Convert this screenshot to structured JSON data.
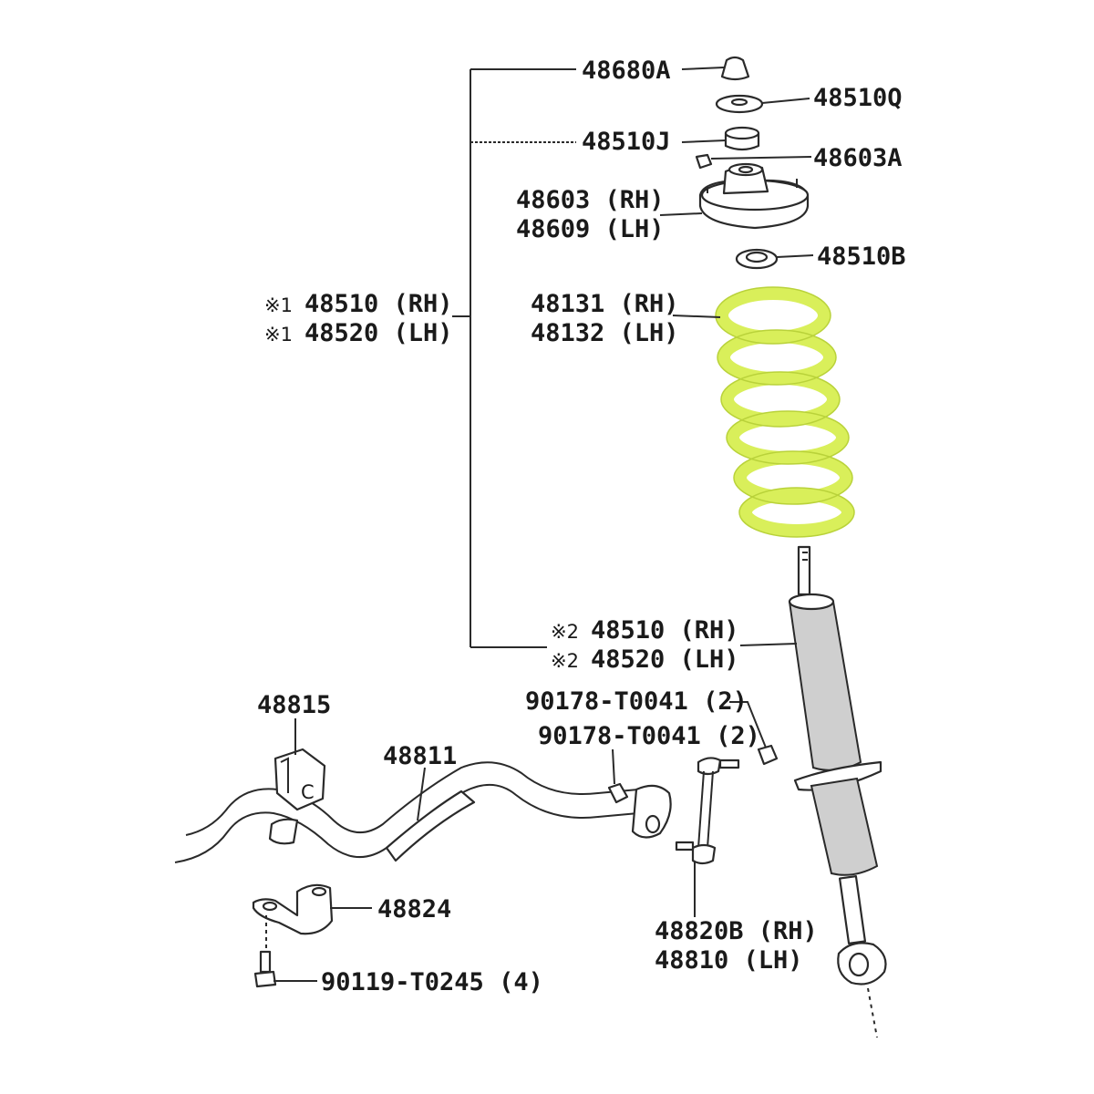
{
  "labels": {
    "p48680A": "48680A",
    "p48510Q": "48510Q",
    "p48510J": "48510J",
    "p48603A": "48603A",
    "p48603": "48603 (RH)",
    "p48609": "48609 (LH)",
    "p48510B": "48510B",
    "mark1a": "※1",
    "asm1_rh": "48510 (RH)",
    "mark1b": "※1",
    "asm1_lh": "48520 (LH)",
    "p48131": "48131 (RH)",
    "p48132": "48132 (LH)",
    "mark2a": "※2",
    "asm2_rh": "48510 (RH)",
    "mark2b": "※2",
    "asm2_lh": "48520 (LH)",
    "nut1": "90178-T0041 (2)",
    "nut2": "90178-T0041 (2)",
    "p48815": "48815",
    "p48811": "48811",
    "p48824": "48824",
    "bolt": "90119-T0245 (4)",
    "p48820B": "48820B (RH)",
    "p48810": "48810 (LH)"
  },
  "colors": {
    "spring": "#d9ef5a",
    "spring_edge": "#b9d23a",
    "line": "#2a2a2a",
    "shock": "#cfcfcf"
  }
}
